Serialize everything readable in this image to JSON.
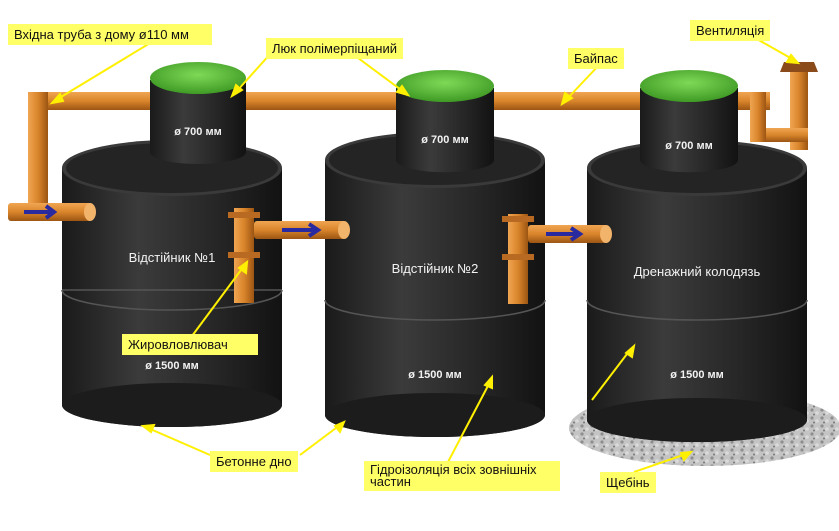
{
  "labels": {
    "inlet_pipe": "Вхідна труба з дому ø110 мм",
    "hatch": "Люк полімерпіщаний",
    "bypass": "Байпас",
    "ventilation": "Вентиляція",
    "grease_trap": "Жировловлювач",
    "concrete_bottom": "Бетонне дно",
    "waterproofing": "Гідроізоляція всіх зовнішніх частин",
    "gravel": "Щебінь"
  },
  "tanks": [
    {
      "name": "Відстійник  №1",
      "neck_diameter": "ø 700 мм",
      "body_diameter": "ø 1500 мм"
    },
    {
      "name": "Відстійник №2",
      "neck_diameter": "ø 700 мм",
      "body_diameter": "ø 1500 мм"
    },
    {
      "name": "Дренажний колодязь",
      "neck_diameter": "ø 700 мм",
      "body_diameter": "ø 1500 мм"
    }
  ],
  "colors": {
    "pipe": "#d9852b",
    "pipe_dark": "#9c5513",
    "tank": "#2d2d2d",
    "tank_light": "#4a4a4a",
    "hatch_green": "#5fbf3a",
    "label_bg": "#ffff66",
    "arrow": "#ffef00",
    "flow_arrow": "#2a2aa0",
    "gravel": "#b9b9b9"
  }
}
